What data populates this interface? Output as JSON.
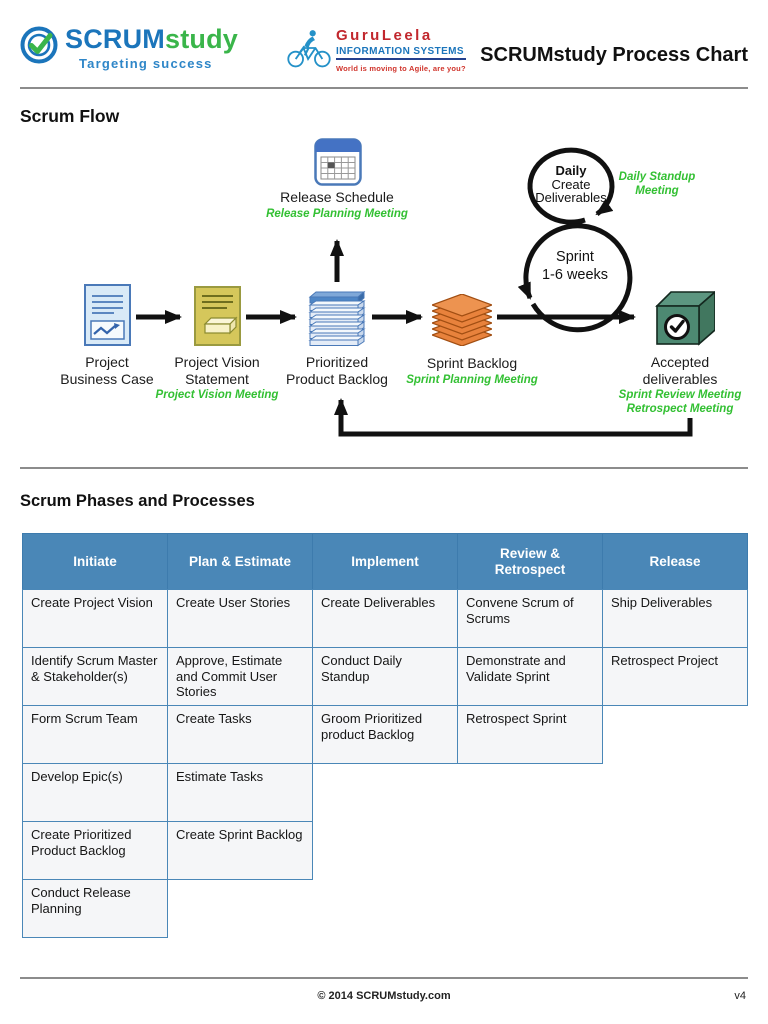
{
  "colors": {
    "brand_blue": "#1B75BB",
    "brand_green": "#3AB54A",
    "meeting_green": "#33C033",
    "table_header_blue": "#4A87B7",
    "partner_red": "#C1272D",
    "flow_orange": "#E8823C",
    "deliverable_box_green": "#4D8972",
    "arrow_black": "#111111"
  },
  "header": {
    "logo_text_scrum": "SCRUM",
    "logo_text_study": "study",
    "logo_tagline": "Targeting success",
    "partner_name": "GuruLeela",
    "partner_subtitle": "INFORMATION SYSTEMS",
    "partner_tagline": "World is moving to Agile, are you?",
    "title": "SCRUMstudy Process Chart"
  },
  "flow": {
    "heading": "Scrum Flow",
    "release": {
      "label": "Release Schedule",
      "meeting": "Release Planning Meeting"
    },
    "daily_loop": {
      "line1": "Daily",
      "line2": "Create",
      "line3": "Deliverables"
    },
    "daily_meeting": {
      "line1": "Daily Standup",
      "line2": "Meeting"
    },
    "sprint_loop": {
      "line1": "Sprint",
      "line2": "1-6 weeks"
    },
    "nodes": {
      "business_case": {
        "line1": "Project",
        "line2": "Business Case"
      },
      "vision": {
        "line1": "Project Vision",
        "line2": "Statement",
        "meeting": "Project Vision Meeting"
      },
      "backlog": {
        "line1": "Prioritized",
        "line2": "Product Backlog"
      },
      "sprint_backlog": {
        "label": "Sprint Backlog",
        "meeting": "Sprint Planning Meeting"
      },
      "accepted": {
        "line1": "Accepted",
        "line2": "deliverables",
        "meeting1": "Sprint Review Meeting",
        "meeting2": "Retrospect Meeting"
      }
    }
  },
  "table": {
    "heading": "Scrum Phases and Processes",
    "columns": [
      {
        "header": "Initiate",
        "cells": [
          "Create Project Vision",
          "Identify Scrum Master & Stakeholder(s)",
          "Form Scrum Team",
          "Develop Epic(s)",
          "Create Prioritized Product Backlog",
          "Conduct Release Planning"
        ]
      },
      {
        "header": "Plan & Estimate",
        "cells": [
          "Create User Stories",
          "Approve, Estimate and Commit User Stories",
          "Create Tasks",
          "Estimate Tasks",
          "Create Sprint Backlog"
        ]
      },
      {
        "header": "Implement",
        "cells": [
          "Create Deliverables",
          "Conduct Daily Standup",
          "Groom Prioritized product Backlog"
        ]
      },
      {
        "header": "Review & Retrospect",
        "cells": [
          "Convene Scrum of Scrums",
          "Demonstrate and Validate Sprint",
          "Retrospect Sprint"
        ]
      },
      {
        "header": "Release",
        "cells": [
          "Ship Deliverables",
          "Retrospect Project"
        ]
      }
    ]
  },
  "footer": {
    "copyright": "© 2014 SCRUMstudy.com",
    "version": "v4"
  }
}
